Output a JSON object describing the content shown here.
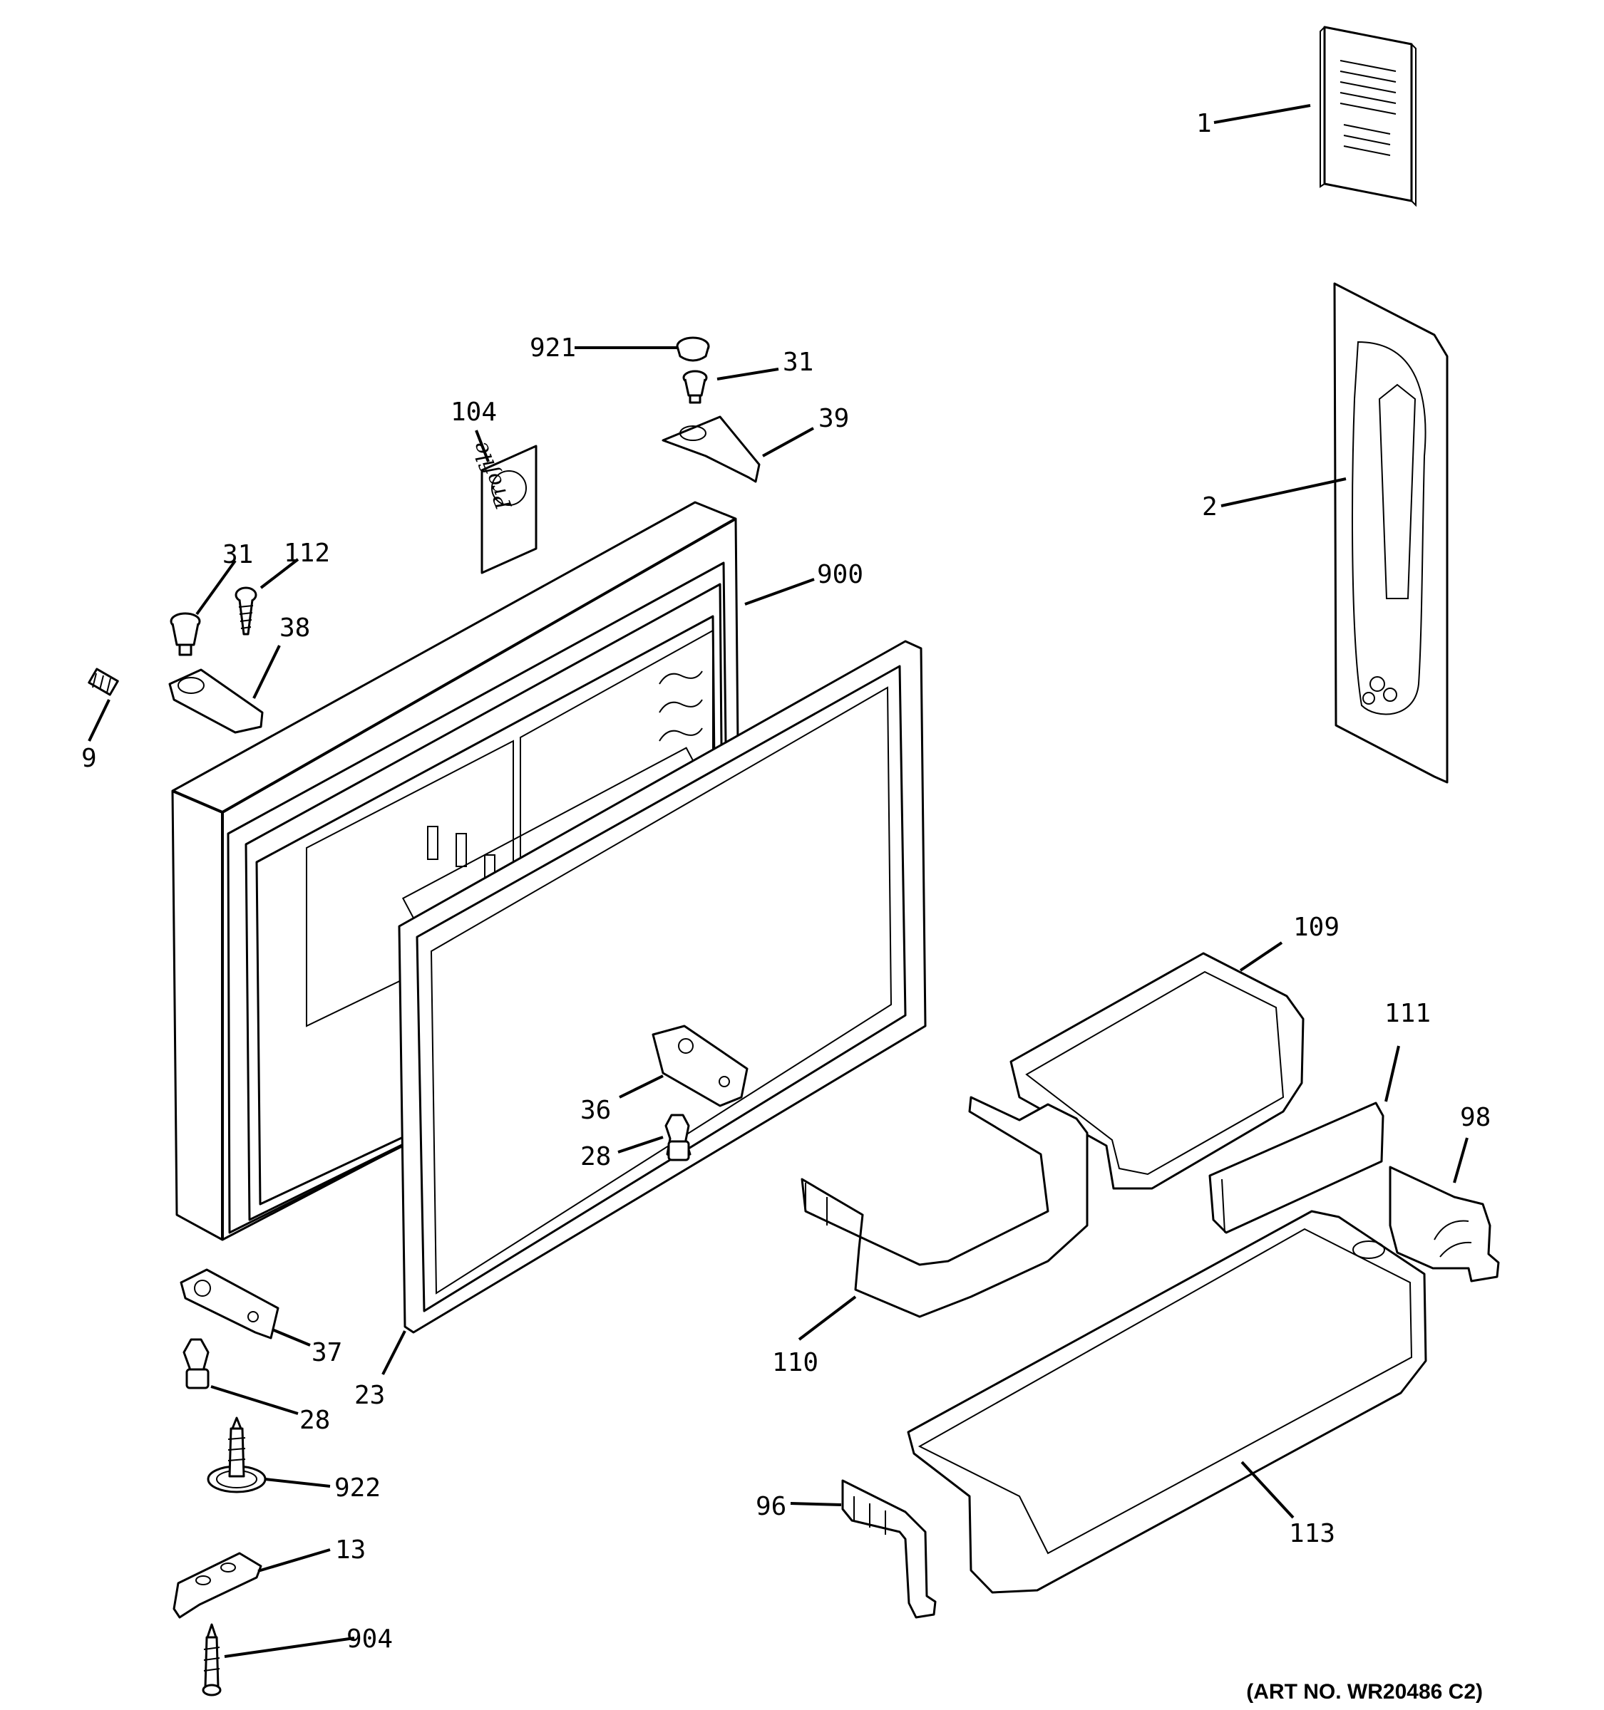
{
  "callouts": [
    {
      "id": "c1",
      "label": "1"
    },
    {
      "id": "c2",
      "label": "2"
    },
    {
      "id": "c921",
      "label": "921"
    },
    {
      "id": "c31a",
      "label": "31"
    },
    {
      "id": "c39",
      "label": "39"
    },
    {
      "id": "c104",
      "label": "104"
    },
    {
      "id": "c31b",
      "label": "31"
    },
    {
      "id": "c112",
      "label": "112"
    },
    {
      "id": "c38",
      "label": "38"
    },
    {
      "id": "c900",
      "label": "900"
    },
    {
      "id": "c9",
      "label": "9"
    },
    {
      "id": "c109",
      "label": "109"
    },
    {
      "id": "c111",
      "label": "111"
    },
    {
      "id": "c98",
      "label": "98"
    },
    {
      "id": "c36",
      "label": "36"
    },
    {
      "id": "c28a",
      "label": "28"
    },
    {
      "id": "c37",
      "label": "37"
    },
    {
      "id": "c23",
      "label": "23"
    },
    {
      "id": "c110",
      "label": "110"
    },
    {
      "id": "c28b",
      "label": "28"
    },
    {
      "id": "c922",
      "label": "922"
    },
    {
      "id": "c96",
      "label": "96"
    },
    {
      "id": "c113",
      "label": "113"
    },
    {
      "id": "c13",
      "label": "13"
    },
    {
      "id": "c904",
      "label": "904"
    }
  ],
  "logo_text": "Profile",
  "art_number": "(ART NO. WR20486 C2)"
}
